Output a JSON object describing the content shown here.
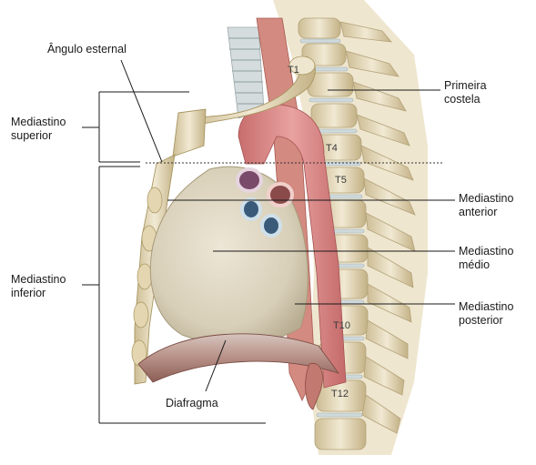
{
  "labels": {
    "angulo_esternal": "Ângulo esternal",
    "mediastino_superior_l1": "Mediastino",
    "mediastino_superior_l2": "superior",
    "mediastino_inferior_l1": "Mediastino",
    "mediastino_inferior_l2": "inferior",
    "primeira_costela_l1": "Primeira",
    "primeira_costela_l2": "costela",
    "mediastino_anterior_l1": "Mediastino",
    "mediastino_anterior_l2": "anterior",
    "mediastino_medio_l1": "Mediastino",
    "mediastino_medio_l2": "médio",
    "mediastino_posterior_l1": "Mediastino",
    "mediastino_posterior_l2": "posterior",
    "diafragma": "Diafragma"
  },
  "vertebra_labels": {
    "t1": "T1",
    "t4": "T4",
    "t5": "T5",
    "t10": "T10",
    "t12": "T12"
  },
  "colors": {
    "bone": "#e9dfc4",
    "bone_shadow": "#c9b98f",
    "heart": "#ddd4bf",
    "aorta": "#d98a8a",
    "esophagus": "#d5837a",
    "trachea": "#cfd6d8",
    "muscle": "#c98c82"
  }
}
